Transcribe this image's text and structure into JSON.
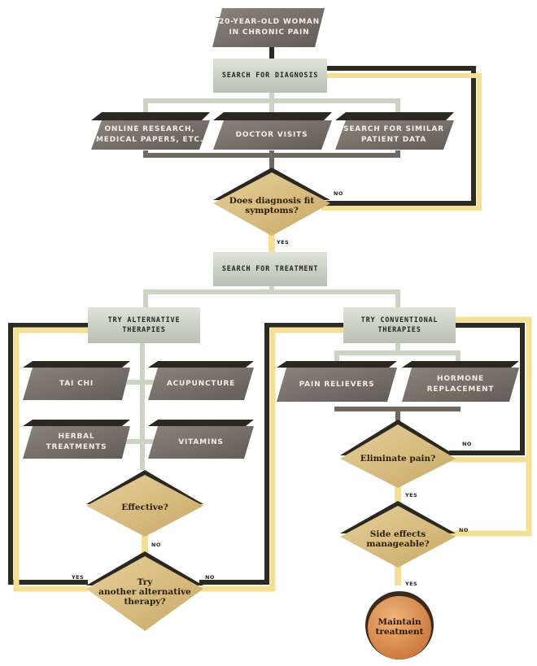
{
  "nodes": {
    "start": "20-YEAR-OLD WOMAN\nIN CHRONIC PAIN",
    "search_diagnosis": "SEARCH FOR DIAGNOSIS",
    "online_research": "ONLINE RESEARCH,\nMEDICAL PAPERS, ETC.",
    "doctor_visits": "DOCTOR VISITS",
    "similar_patient": "SEARCH FOR SIMILAR\nPATIENT DATA",
    "diagnosis_fit": "Does diagnosis fit\nsymptoms?",
    "search_treatment": "SEARCH FOR TREATMENT",
    "try_alternative": "TRY ALTERNATIVE\nTHERAPIES",
    "try_conventional": "TRY CONVENTIONAL\nTHERAPIES",
    "tai_chi": "TAI CHI",
    "acupuncture": "ACUPUNCTURE",
    "herbal": "HERBAL TREATMENTS",
    "vitamins": "VITAMINS",
    "pain_relievers": "PAIN RELIEVERS",
    "hormone": "HORMONE\nREPLACEMENT",
    "effective": "Effective?",
    "eliminate_pain": "Eliminate pain?",
    "try_another": "Try\nanother alternative\ntherapy?",
    "side_effects": "Side effects\nmanageable?",
    "maintain": "Maintain\ntreatment"
  },
  "edge_labels": {
    "diagnosis_no": "NO",
    "diagnosis_yes": "YES",
    "effective_no": "NO",
    "try_another_yes": "YES",
    "try_another_no": "NO",
    "eliminate_no": "NO",
    "eliminate_yes": "YES",
    "side_effects_no": "NO",
    "side_effects_yes": "YES"
  },
  "colors": {
    "box_fill": "#cdd3c7",
    "parallelogram_fill": "#76706a",
    "parallelogram_shadow": "#2b2822",
    "diamond_fill": "#d8bf82",
    "diamond_shadow": "#2b2822",
    "connector_light": "#cdd3c4",
    "connector_dark": "#6f695f",
    "loop_yellow": "#f4df97",
    "loop_dark": "#2c2a22",
    "terminal_fill": "#e09a58"
  }
}
